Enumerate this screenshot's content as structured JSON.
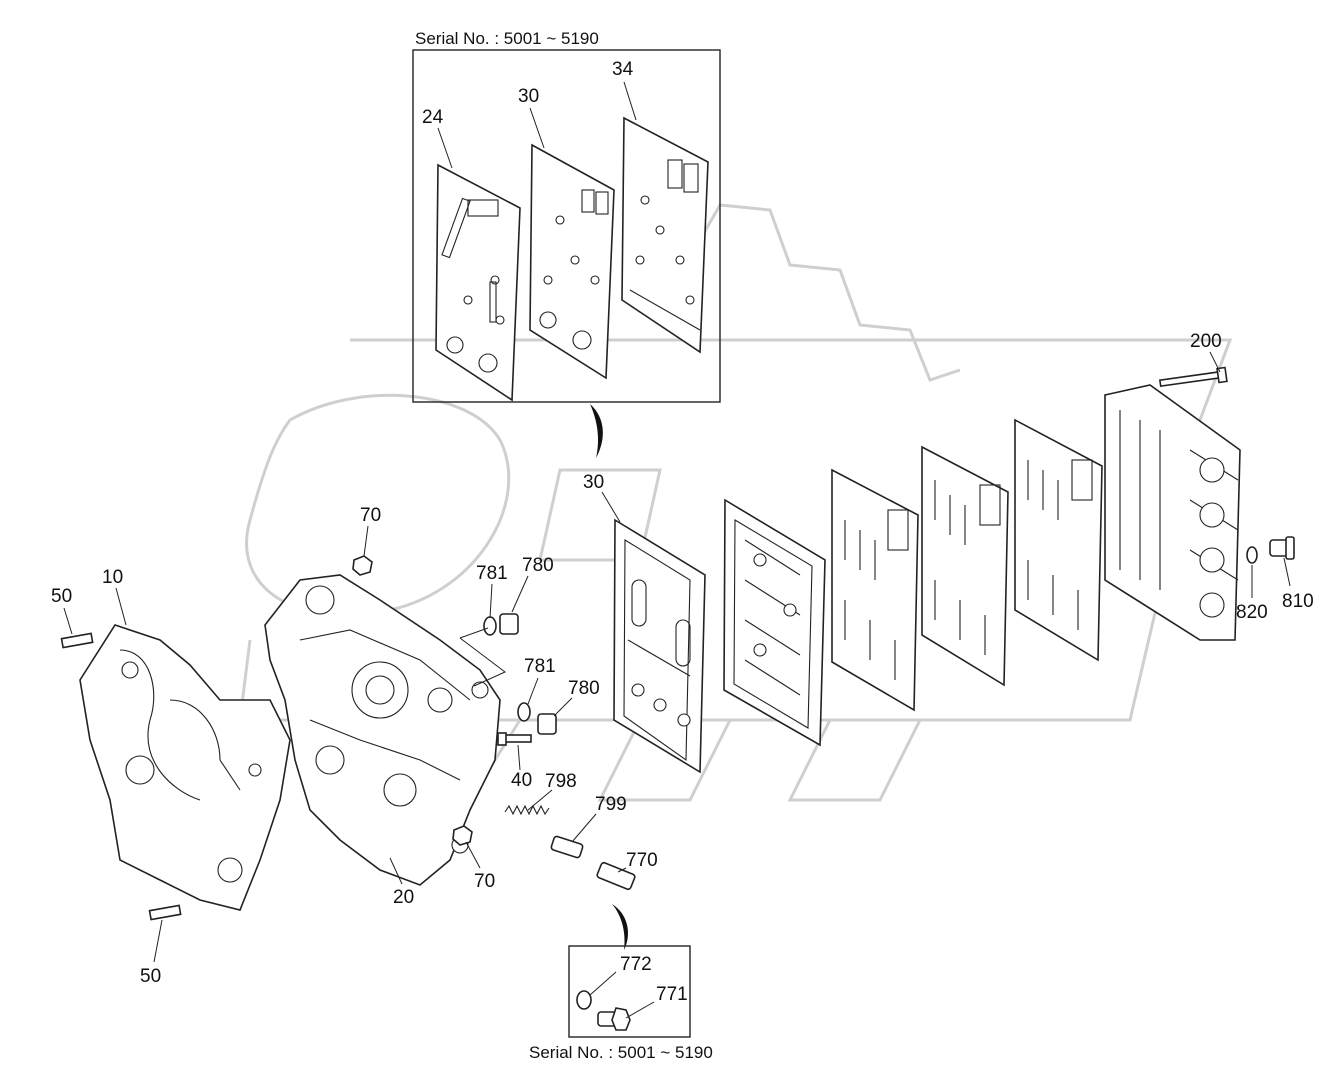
{
  "serial_top": "Serial No.  : 5001 ~ 5190",
  "serial_bottom": "Serial No.  : 5001 ~ 5190",
  "labels": {
    "p24": "24",
    "p30_inset": "30",
    "p34": "34",
    "p200": "200",
    "p30": "30",
    "p70_top": "70",
    "p781_a": "781",
    "p780_a": "780",
    "p10": "10",
    "p50_top": "50",
    "p781_b": "781",
    "p780_b": "780",
    "p40": "40",
    "p798": "798",
    "p799": "799",
    "p770": "770",
    "p70_bottom": "70",
    "p20": "20",
    "p50_bottom": "50",
    "p820": "820",
    "p810": "810",
    "p772": "772",
    "p771": "771"
  },
  "watermark": "OPAT"
}
